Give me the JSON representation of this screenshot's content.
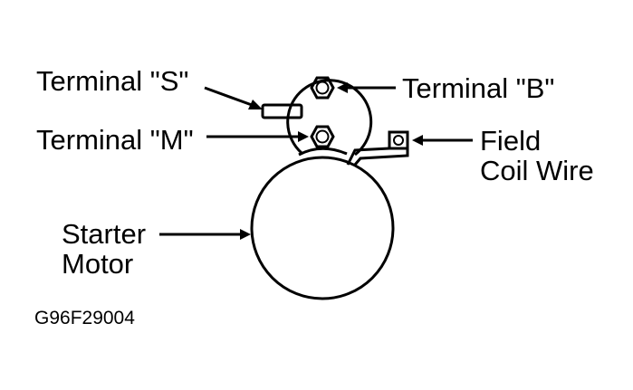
{
  "labels": {
    "terminal_s": "Terminal \"S\"",
    "terminal_b": "Terminal \"B\"",
    "terminal_m": "Terminal \"M\"",
    "field_line1": "Field",
    "field_line2": "Coil Wire",
    "starter_line1": "Starter",
    "starter_line2": "Motor",
    "figure_code": "G96F29004"
  }
}
